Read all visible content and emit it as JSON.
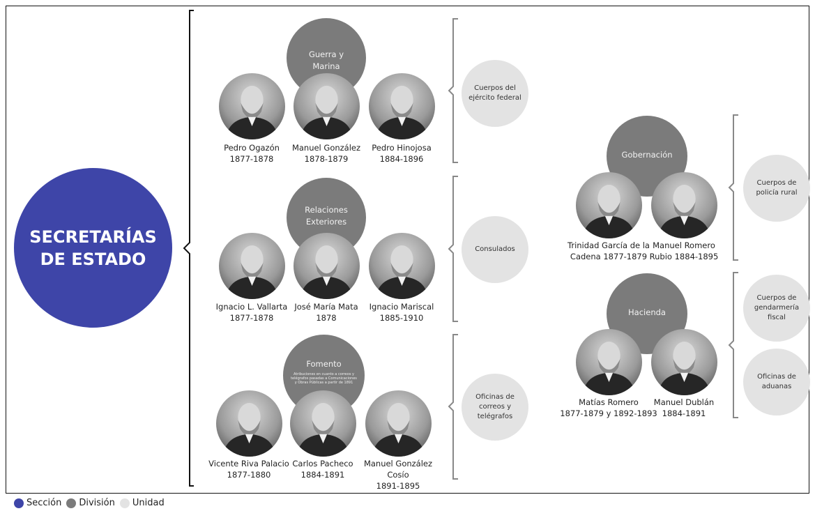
{
  "section": {
    "line1": "SECRETARÍAS",
    "line2": "DE ESTADO"
  },
  "colors": {
    "section": "#3e45a8",
    "division": "#7b7b7b",
    "unit": "#e3e3e3"
  },
  "divisions": {
    "guerra": {
      "line1": "Guerra y",
      "line2": "Marina"
    },
    "relaciones": {
      "line1": "Relaciones",
      "line2": "Exteriores"
    },
    "fomento": {
      "title": "Fomento",
      "note": "Atribuciones en cuanto a correos y telégrafos pasadas a Comunicaciones y Obras Públicas a partir de 1891"
    },
    "gobernacion": {
      "title": "Gobernación"
    },
    "hacienda": {
      "title": "Hacienda"
    }
  },
  "units": {
    "guerra": {
      "line1": "Cuerpos del",
      "line2": "ejército federal"
    },
    "relaciones": {
      "line1": "Consulados"
    },
    "fomento": {
      "line1": "Oficinas de",
      "line2": "correos y",
      "line3": "telégrafos"
    },
    "gobernacion": {
      "line1": "Cuerpos de",
      "line2": "policía rural"
    },
    "hacienda1": {
      "line1": "Cuerpos de",
      "line2": "gendarmería",
      "line3": "fiscal"
    },
    "hacienda2": {
      "line1": "Oficinas de",
      "line2": "aduanas"
    }
  },
  "people": {
    "ogazon": {
      "name": "Pedro Ogazón",
      "years": "1877-1878",
      "icon": "portrait-icon"
    },
    "gonzalez": {
      "name": "Manuel González",
      "years": "1878-1879",
      "icon": "portrait-icon"
    },
    "hinojosa": {
      "name": "Pedro Hinojosa",
      "years": "1884-1896",
      "icon": "portrait-icon"
    },
    "vallarta": {
      "name": "Ignacio L. Vallarta",
      "years": "1877-1878",
      "icon": "portrait-icon"
    },
    "mata": {
      "name": "José María Mata",
      "years": "1878",
      "icon": "portrait-icon"
    },
    "mariscal": {
      "name": "Ignacio Mariscal",
      "years": "1885-1910",
      "icon": "portrait-icon"
    },
    "riva": {
      "name": "Vicente Riva Palacio",
      "years": "1877-1880",
      "icon": "portrait-icon"
    },
    "pacheco": {
      "name": "Carlos Pacheco",
      "years": "1884-1891",
      "icon": "portrait-icon"
    },
    "cosio": {
      "name": "Manuel González Cosío",
      "years": "1891-1895",
      "icon": "portrait-icon"
    },
    "garcia": {
      "line1": "Trinidad García de la",
      "line2": "Cadena 1877-1879",
      "icon": "portrait-icon"
    },
    "romero_rubio": {
      "line1": "Manuel Romero",
      "line2": "Rubio 1884-1895",
      "icon": "portrait-icon"
    },
    "matias": {
      "line1": "Matías Romero",
      "line2": "1877-1879 y 1892-1893",
      "icon": "portrait-icon"
    },
    "dublan": {
      "line1": "Manuel Dublán",
      "line2": "1884-1891",
      "icon": "portrait-icon"
    }
  },
  "legend": [
    {
      "label": "Sección",
      "color": "#3e45a8"
    },
    {
      "label": "División",
      "color": "#7b7b7b"
    },
    {
      "label": "Unidad",
      "color": "#e3e3e3"
    }
  ]
}
